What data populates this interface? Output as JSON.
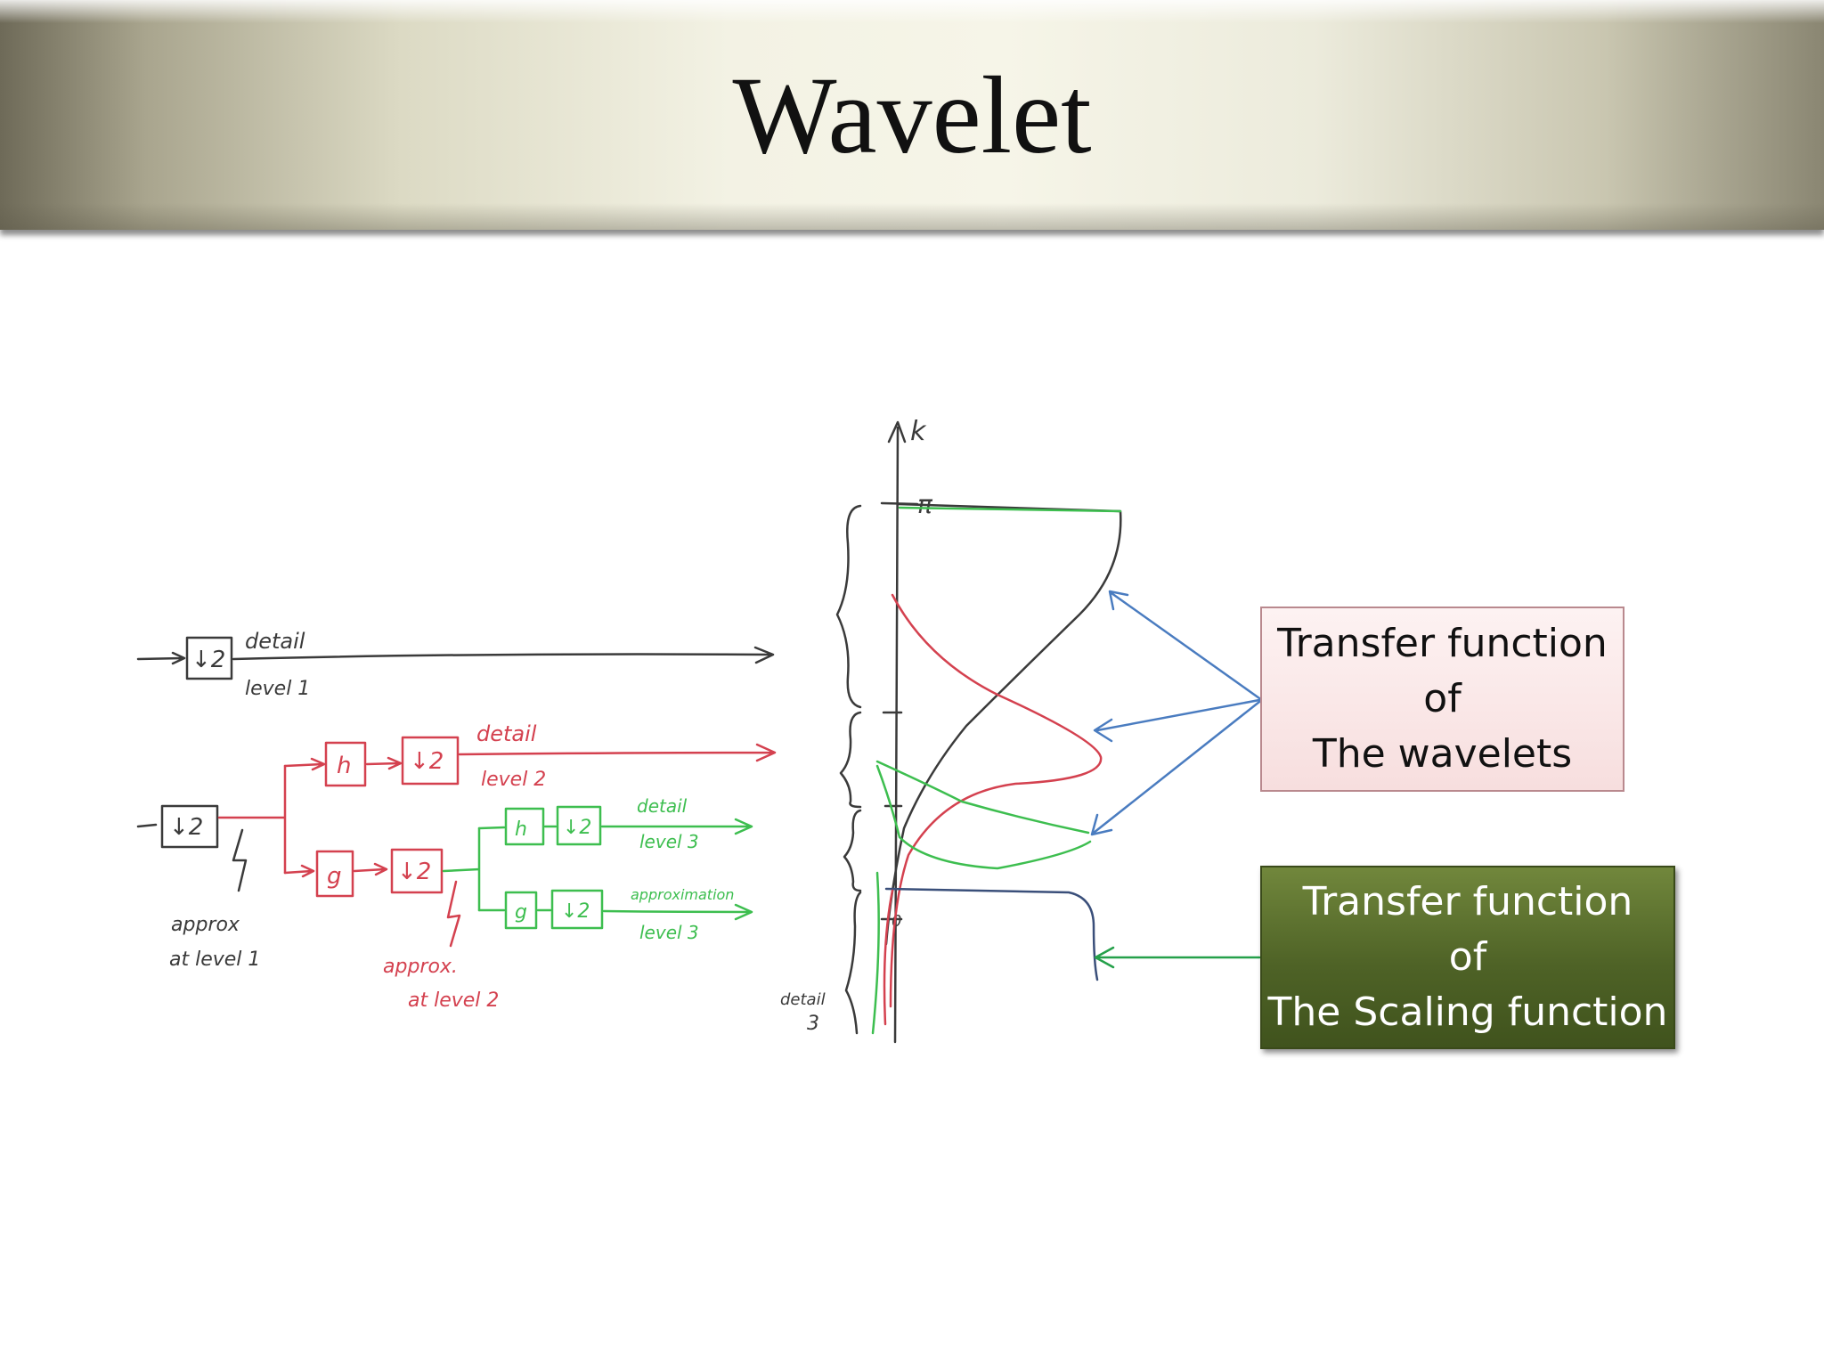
{
  "slide": {
    "title": "Wavelet"
  },
  "callouts": {
    "wavelets": {
      "line1": "Transfer function",
      "line2": "of",
      "line3": "The wavelets"
    },
    "scaling": {
      "line1": "Transfer function",
      "line2": "of",
      "line3": "The Scaling function"
    }
  },
  "sketch": {
    "filter_bank": {
      "level1_block": "↓2",
      "level1_detail": "detail",
      "level1_level": "level 1",
      "input_block": "↓2",
      "approx_level1": "approx",
      "approx_level1_b": "at level 1",
      "h_block_l2": "h",
      "down_l2a": "↓2",
      "detail_l2": "detail",
      "level_l2": "level 2",
      "g_block_l2": "g",
      "down_l2b": "↓2",
      "approx_level2": "approx.",
      "approx_level2_b": "at level 2",
      "h_block_l3": "h",
      "down_l3a": "↓2",
      "detail_l3": "detail",
      "level_l3a": "level 3",
      "g_block_l3": "g",
      "down_l3b": "↓2",
      "approx_l3": "approximation",
      "level_l3b": "level 3"
    },
    "spectrum": {
      "axis_label": "k",
      "pi_label": "π",
      "zero_label": "0",
      "detail3_label": "detail",
      "detail3_num": "3"
    },
    "colors": {
      "level1": "#3a3a3a",
      "level2": "#d4414f",
      "level3": "#3dbe4f",
      "scaling": "#3a4f7a",
      "arrow_blue": "#4a7cc0",
      "arrow_green": "#25a04a"
    }
  }
}
